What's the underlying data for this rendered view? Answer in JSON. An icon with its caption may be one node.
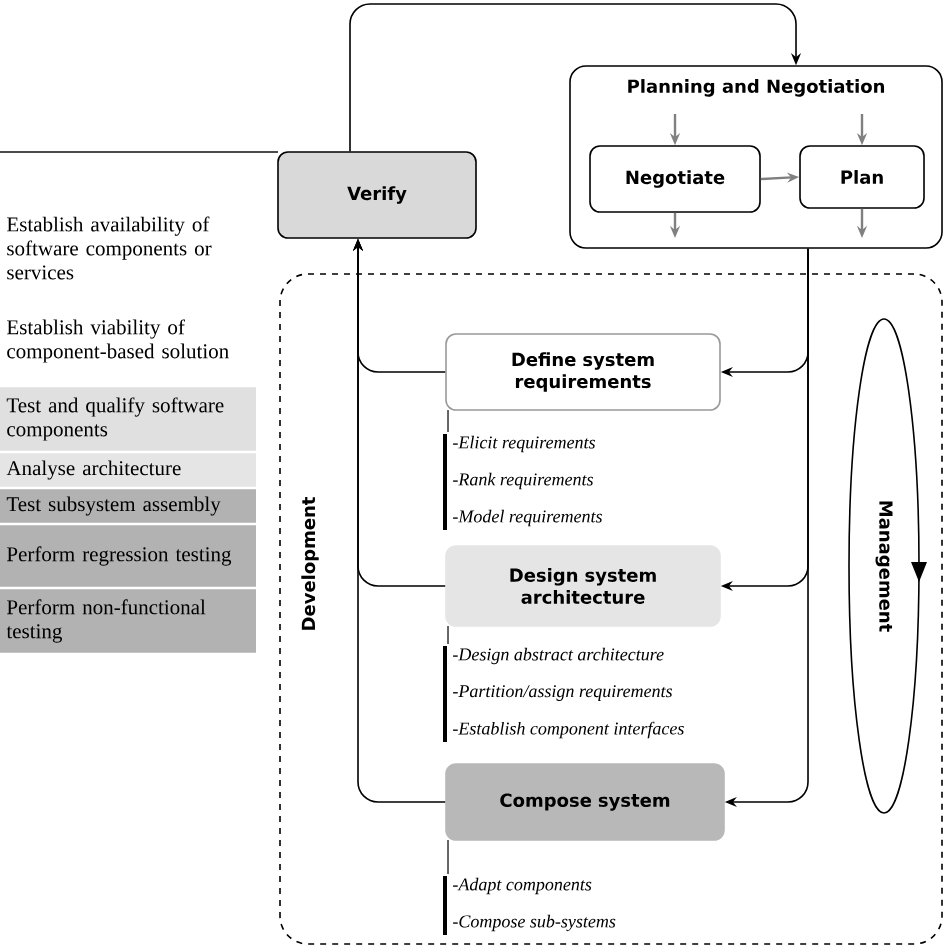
{
  "diagram": {
    "nodes": [
      {
        "text": [
          "Planning and Negotiation"
        ]
      },
      {
        "text": [
          "Negotiate"
        ],
        "in": 0
      },
      {
        "text": [
          "Plan"
        ],
        "in": 0
      },
      {
        "text": [
          "Verify"
        ]
      },
      {
        "text": [
          "Development"
        ]
      },
      {
        "text": [
          "Define system requirements"
        ],
        "in": 4,
        "beside": [
          "-Elicit requirements",
          "-Rank requirements",
          "-Model requirements"
        ]
      },
      {
        "text": [
          "Design system architecture"
        ],
        "in": 4,
        "beside": [
          "-Design abstract architecture",
          "-Partition/assign requirements",
          "-Establish component interfaces"
        ]
      },
      {
        "text": [
          "Compose system"
        ],
        "in": 4,
        "beside": [
          "-Adapt components",
          "-Compose sub-systems"
        ]
      },
      {
        "text": [
          "Management"
        ],
        "in": 4
      }
    ],
    "edges": [
      {
        "from": 3,
        "to": 0,
        "arrow": "to"
      },
      {
        "from": null,
        "to": 1,
        "arrow": "to",
        "color": "#808080"
      },
      {
        "from": null,
        "to": 2,
        "arrow": "to",
        "color": "#808080"
      },
      {
        "from": 1,
        "to": 2,
        "arrow": "to",
        "color": "#808080"
      },
      {
        "from": 1,
        "to": null,
        "arrow": "to",
        "color": "#808080"
      },
      {
        "from": 2,
        "to": null,
        "arrow": "to",
        "color": "#808080"
      },
      {
        "from": 0,
        "to": 5,
        "arrow": "to"
      },
      {
        "from": 0,
        "to": 6,
        "arrow": "to"
      },
      {
        "from": 0,
        "to": 7,
        "arrow": "to"
      },
      {
        "from": 5,
        "to": 3,
        "arrow": "to"
      },
      {
        "from": 6,
        "to": 3,
        "arrow": "to"
      },
      {
        "from": 7,
        "to": 3,
        "arrow": "to"
      }
    ],
    "labels": [
      "Establish availability of software components or services",
      "Establish viability of component-based solution",
      "Test and qualify software components",
      "Analyse architecture",
      "Test subsystem assembly",
      "Perform regression testing",
      "Perform non-functional testing"
    ]
  }
}
